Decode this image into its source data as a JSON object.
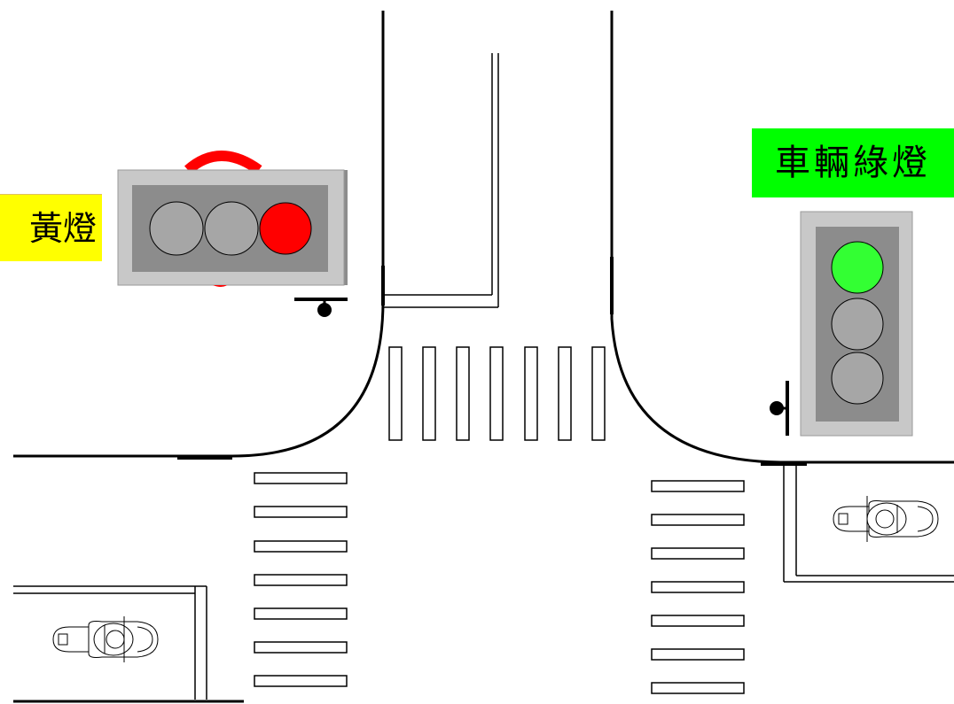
{
  "labels": {
    "left_signal_text": "黃燈",
    "right_signal_text": "車輛綠燈"
  },
  "colors": {
    "left_label_bg": "#ffff00",
    "right_label_bg": "#00ff00",
    "red_lamp": "#ff0000",
    "green_lamp": "#33ff33",
    "unlit_lamp": "#a6a6a6",
    "signal_housing": "#c8c8c8",
    "signal_face": "#8c8c8c"
  },
  "signals": {
    "left": {
      "lamps": [
        "unlit",
        "unlit",
        "red"
      ]
    },
    "right": {
      "lamps": [
        "green",
        "unlit",
        "unlit"
      ]
    }
  },
  "icons": [
    "traffic-signal-icon",
    "motorcycle-icon",
    "crosswalk-stripe-icon"
  ]
}
